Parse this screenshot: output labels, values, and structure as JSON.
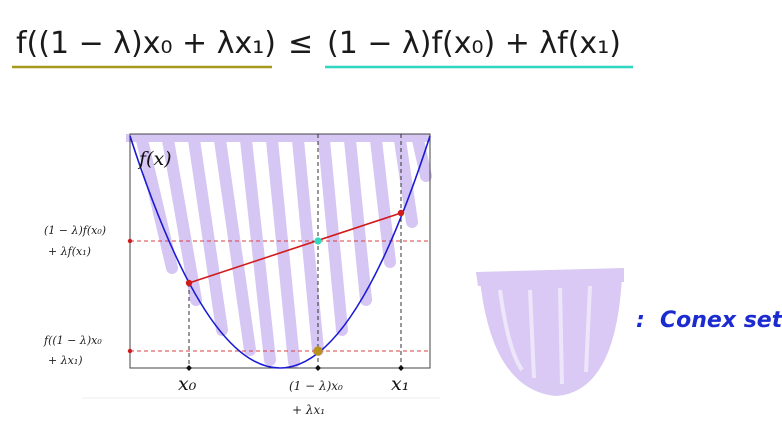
{
  "equation": {
    "lhs": "f((1 − λ)x₀ + λx₁)",
    "relation": "≤",
    "rhs": "(1 − λ)f(x₀) + λf(x₁)",
    "lhs_underline_color": "#a59a1e",
    "rhs_underline_color": "#2fd6c0"
  },
  "diagram": {
    "function_label": "f(x)",
    "y_label_chord_line1": "(1 − λ)f(x₀)",
    "y_label_chord_line2": "+ λf(x₁)",
    "y_label_func_line1": "f((1 − λ)x₀",
    "y_label_func_line2": "+ λx₁)",
    "x_tick_x0": "x₀",
    "x_tick_mid_line1": "(1 − λ)x₀",
    "x_tick_mid_line2": "+ λx₁",
    "x_tick_x1": "x₁",
    "colors": {
      "curve": "#1a1ad6",
      "chord": "#d11a1a",
      "guide": "#d94040",
      "chord_point": "#2fd6c0",
      "func_point": "#b8921a",
      "hatch": "#c9b3f0"
    }
  },
  "annotation": {
    "colon": ":",
    "text": "Conex set"
  }
}
